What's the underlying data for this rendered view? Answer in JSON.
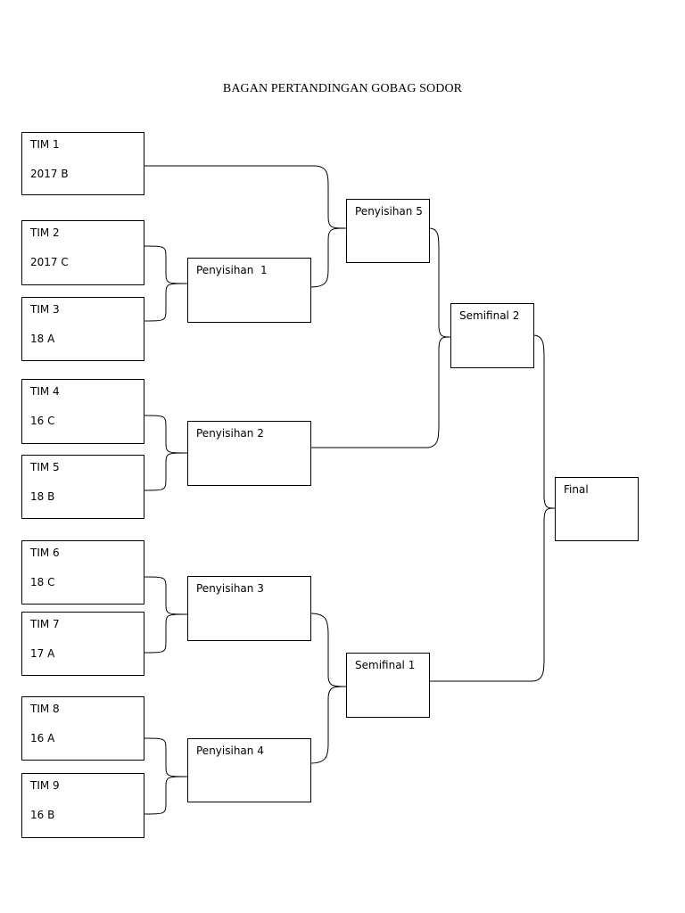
{
  "title": "BAGAN PERTANDINGAN GOBAG SODOR",
  "teams": [
    {
      "name": "TIM 1",
      "class": "2017 B"
    },
    {
      "name": "TIM 2",
      "class": "2017 C"
    },
    {
      "name": "TIM 3",
      "class": "18 A"
    },
    {
      "name": "TIM 4",
      "class": "16 C"
    },
    {
      "name": "TIM 5",
      "class": "18 B"
    },
    {
      "name": "TIM 6",
      "class": "18 C"
    },
    {
      "name": "TIM 7",
      "class": "17 A"
    },
    {
      "name": "TIM 8",
      "class": "16 A"
    },
    {
      "name": "TIM 9",
      "class": "16 B"
    }
  ],
  "matches": {
    "p1": "Penyisihan  1",
    "p2": "Penyisihan 2",
    "p3": "Penyisihan 3",
    "p4": "Penyisihan 4",
    "p5": "Penyisihan 5",
    "sf1": "Semifinal 1",
    "sf2": "Semifinal 2",
    "final": "Final"
  }
}
